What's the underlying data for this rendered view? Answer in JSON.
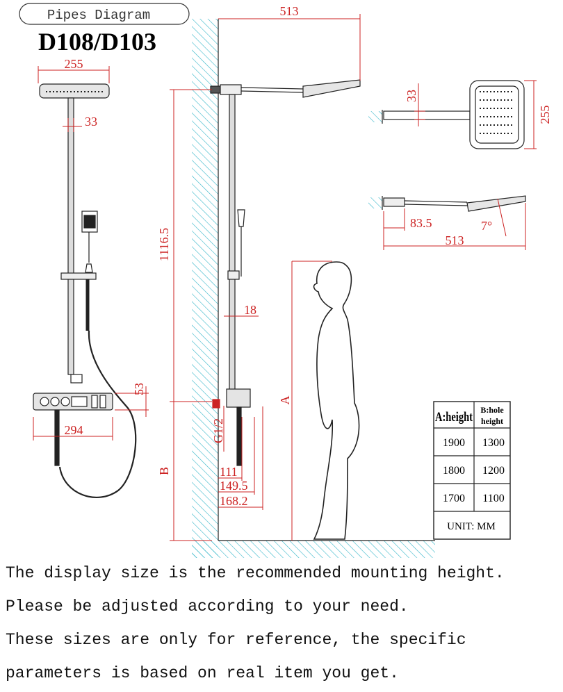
{
  "header": {
    "label": "Pipes Diagram",
    "model": "D108/D103"
  },
  "dimensions": {
    "front_top_width": "255",
    "front_arm_offset": "33",
    "front_mount_height": "53",
    "front_panel_width": "294",
    "side_overhang": "513",
    "side_total_height": "1116.5",
    "side_pipe_width": "18",
    "side_thread": "G1/2",
    "side_111": "111",
    "side_149": "149.5",
    "side_168": "168.2",
    "label_a": "A",
    "label_b": "B",
    "top_arm_offset": "33",
    "top_head_size": "255",
    "tilt_83": "83.5",
    "tilt_angle": "7°",
    "tilt_513": "513"
  },
  "table": {
    "col_a": "A:height",
    "col_b_line1": "B:hole",
    "col_b_line2": "height",
    "rows": [
      {
        "a": "1900",
        "b": "1300"
      },
      {
        "a": "1800",
        "b": "1200"
      },
      {
        "a": "1700",
        "b": "1100"
      }
    ],
    "unit": "UNIT: MM"
  },
  "notes": [
    "The display size is the recommended mounting height.",
    "Please be adjusted according to your need.",
    "These sizes are only for reference, the specific",
    "parameters is based on real item you get."
  ]
}
